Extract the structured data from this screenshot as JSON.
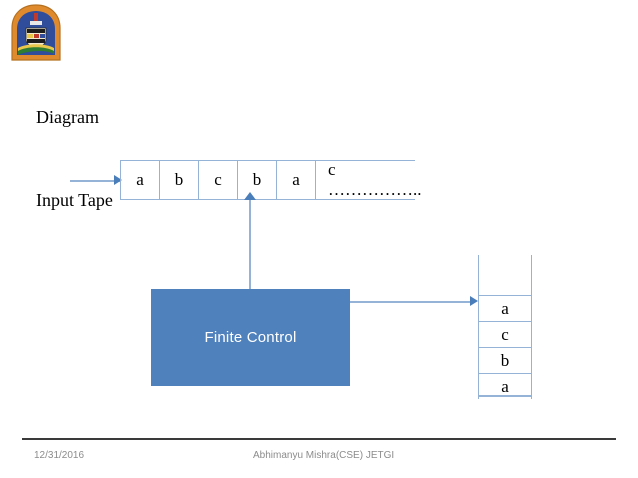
{
  "slide": {
    "title": "Diagram",
    "input_tape_label": "Input Tape"
  },
  "logo": {
    "name": "institute-crest-logo",
    "colors": {
      "border": "#e08a2e",
      "field": "#2f4d9b",
      "shield": "#f2e9d0",
      "accent_red": "#c0392b",
      "accent_green": "#2e7d32",
      "accent_yellow": "#e8c74a"
    }
  },
  "tape": {
    "cells": [
      "a",
      "b",
      "c",
      "b",
      "a"
    ],
    "tail_cell": "c ……………..",
    "border_color": "#95b3d7"
  },
  "finite_control": {
    "label": "Finite Control",
    "fill": "#4f81bd",
    "text_color": "#ffffff"
  },
  "stack": {
    "top_empty_cell": "",
    "cells": [
      "a",
      "c",
      "b",
      "a"
    ],
    "border_color": "#95b3d7"
  },
  "arrows": {
    "tape_input": "tape-input-arrow",
    "read_head": "read-head-arrow",
    "stack_link": "stack-link-arrow",
    "color": "#4a7ebb"
  },
  "footer": {
    "date": "12/31/2016",
    "author": "Abhimanyu Mishra(CSE) JETGI",
    "rule_color": "#3a3a3a",
    "text_color": "#8c8c8c"
  }
}
